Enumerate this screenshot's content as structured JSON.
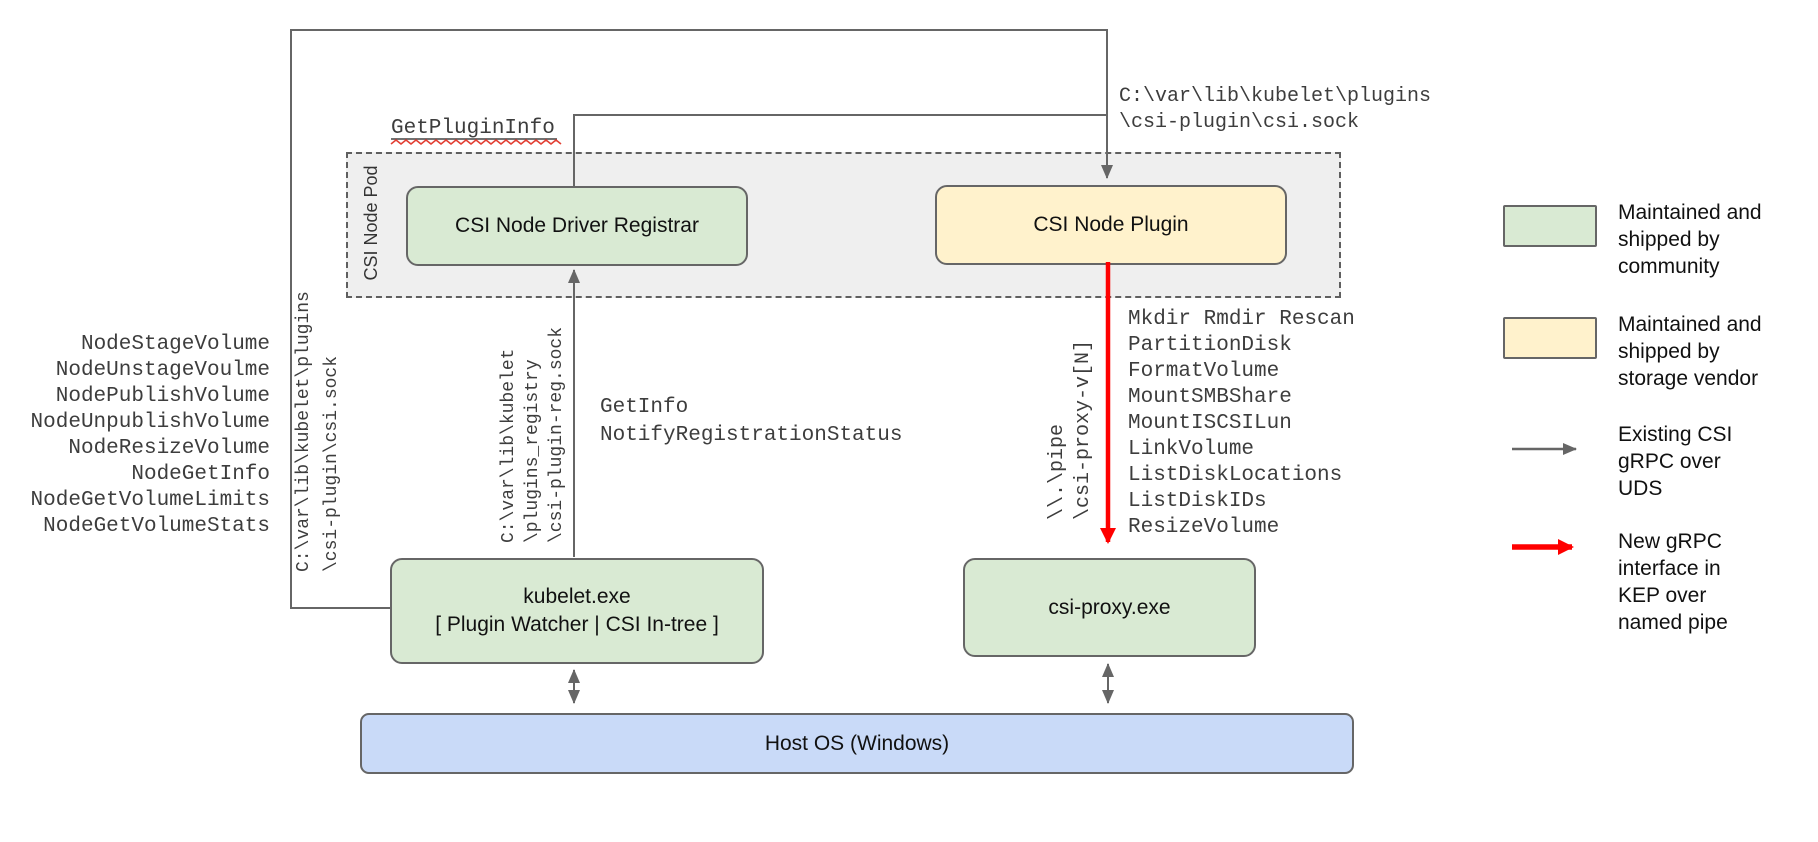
{
  "diagram": {
    "get_plugin_info_label": "GetPluginInfo",
    "top_right_socket_path": [
      "C:\\var\\lib\\kubelet\\plugins",
      "\\csi-plugin\\csi.sock"
    ],
    "pod": {
      "label": "CSI Node Pod"
    },
    "boxes": {
      "registrar": {
        "label": "CSI Node Driver Registrar"
      },
      "plugin": {
        "label": "CSI Node Plugin"
      },
      "kubelet": {
        "line1": "kubelet.exe",
        "line2": "[ Plugin Watcher | CSI In-tree ]"
      },
      "csi_proxy": {
        "label": "csi-proxy.exe"
      },
      "host_os": {
        "label": "Host OS (Windows)"
      }
    },
    "node_rpc_list": [
      "NodeStageVolume",
      "NodeUnstageVoulme",
      "NodePublishVolume",
      "NodeUnpublishVolume",
      "NodeResizeVolume",
      "NodeGetInfo",
      "NodeGetVolumeLimits",
      "NodeGetVolumeStats"
    ],
    "left_socket_path": [
      "C:\\var\\lib\\kubelet\\plugins",
      "\\csi-plugin\\csi.sock"
    ],
    "registration_socket_path": [
      "C:\\var\\lib\\kubelet",
      "\\plugins_registry",
      "\\csi-plugin-reg.sock"
    ],
    "registration_rpcs": [
      "GetInfo",
      "NotifyRegistrationStatus"
    ],
    "named_pipe": [
      "\\\\.\\pipe",
      "\\csi-proxy-v[N]"
    ],
    "proxy_api_list": [
      "Mkdir Rmdir Rescan",
      "PartitionDisk",
      "FormatVolume",
      "MountSMBShare",
      "MountISCSILun",
      "LinkVolume",
      "ListDiskLocations",
      "ListDiskIDs",
      "ResizeVolume"
    ]
  },
  "legend": {
    "items": [
      {
        "type": "swatch",
        "color": "#d9ead3",
        "lines": [
          "Maintained and",
          "shipped by",
          "community"
        ]
      },
      {
        "type": "swatch",
        "color": "#fff2cc",
        "lines": [
          "Maintained and",
          "shipped by",
          "storage vendor"
        ]
      },
      {
        "type": "arrow",
        "color": "#666666",
        "lines": [
          "Existing CSI",
          "gRPC over",
          "UDS"
        ]
      },
      {
        "type": "arrow",
        "color": "#ff0000",
        "lines": [
          "New gRPC",
          "interface in",
          "KEP over",
          "named pipe"
        ]
      }
    ]
  },
  "colors": {
    "community_green": "#d9ead3",
    "vendor_yellow": "#fff2cc",
    "host_blue": "#c9daf8",
    "pod_gray": "#efefef",
    "line_gray": "#666666",
    "new_interface_red": "#ff0000",
    "spellcheck_red": "#e23f33"
  }
}
